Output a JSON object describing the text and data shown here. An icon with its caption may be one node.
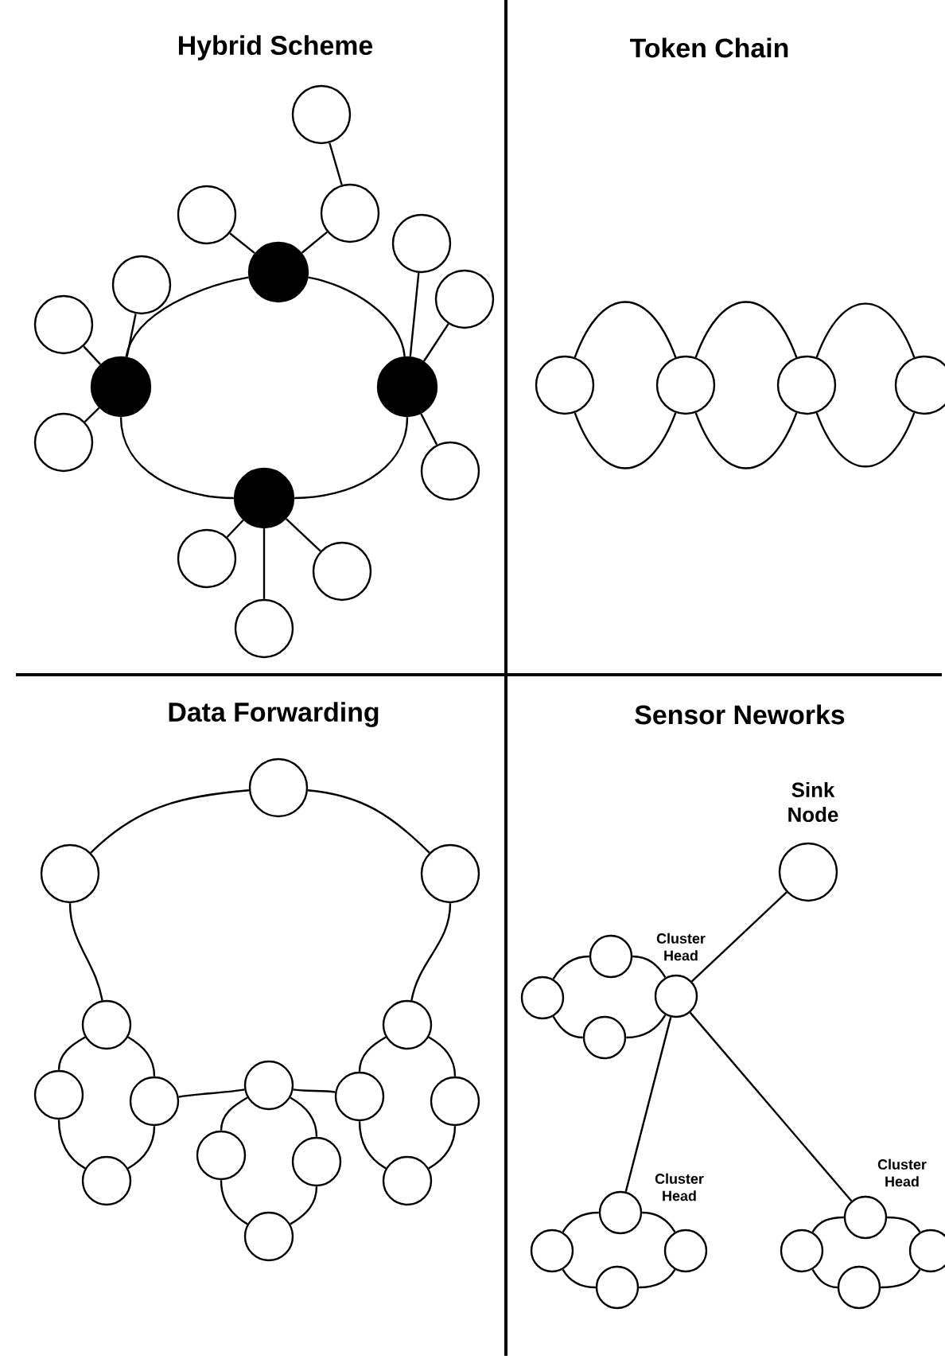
{
  "diagram": {
    "nodes": [
      {
        "text": [],
        "shape": "circle"
      },
      {
        "text": [],
        "shape": "circle"
      },
      {
        "text": [],
        "shape": "circle"
      },
      {
        "text": [],
        "shape": "circle"
      },
      {
        "text": [],
        "shape": "circle"
      },
      {
        "text": [],
        "shape": "circle"
      },
      {
        "text": [],
        "shape": "circle"
      },
      {
        "text": [],
        "shape": "circle"
      },
      {
        "text": [],
        "shape": "circle"
      },
      {
        "text": [],
        "shape": "circle"
      },
      {
        "text": [],
        "shape": "circle"
      },
      {
        "text": [],
        "shape": "circle"
      },
      {
        "text": [],
        "shape": "circle"
      },
      {
        "text": [],
        "shape": "circle"
      },
      {
        "text": [],
        "shape": "circle"
      },
      {
        "text": [],
        "shape": "circle"
      },
      {
        "text": [],
        "shape": "circle"
      },
      {
        "text": [],
        "shape": "circle"
      },
      {
        "text": [],
        "shape": "circle"
      },
      {
        "text": [],
        "shape": "circle"
      },
      {
        "text": [],
        "shape": "circle"
      },
      {
        "text": [],
        "shape": "circle"
      },
      {
        "text": [],
        "shape": "circle"
      },
      {
        "text": [],
        "shape": "circle"
      },
      {
        "text": [],
        "shape": "circle"
      },
      {
        "text": [],
        "shape": "circle"
      },
      {
        "text": [],
        "shape": "circle"
      },
      {
        "text": [],
        "shape": "circle"
      },
      {
        "text": [],
        "shape": "circle"
      },
      {
        "text": [],
        "shape": "circle"
      },
      {
        "text": [],
        "shape": "circle"
      },
      {
        "text": [],
        "shape": "circle"
      },
      {
        "text": [],
        "shape": "circle"
      },
      {
        "text": [],
        "shape": "circle"
      },
      {
        "text": [],
        "shape": "circle"
      },
      {
        "text": [],
        "shape": "circle",
        "beside": [
          "Sink Node"
        ]
      },
      {
        "text": [],
        "shape": "circle"
      },
      {
        "text": [],
        "shape": "circle"
      },
      {
        "text": [],
        "shape": "circle",
        "beside": [
          "Cluster Head"
        ]
      },
      {
        "text": [],
        "shape": "circle"
      },
      {
        "text": [],
        "shape": "circle",
        "beside": [
          "Cluster Head"
        ]
      },
      {
        "text": [],
        "shape": "circle"
      },
      {
        "text": [],
        "shape": "circle"
      },
      {
        "text": [],
        "shape": "circle"
      },
      {
        "text": [],
        "shape": "circle",
        "beside": [
          "Cluster Head"
        ]
      },
      {
        "text": [],
        "shape": "circle"
      },
      {
        "text": [],
        "shape": "circle"
      },
      {
        "text": [],
        "shape": "circle"
      }
    ],
    "edges": [
      {
        "from": 0,
        "to": 2,
        "arrow": "none"
      },
      {
        "from": 2,
        "to": 4,
        "arrow": "none"
      },
      {
        "from": 1,
        "to": 4,
        "arrow": "none"
      },
      {
        "from": 5,
        "to": 8,
        "arrow": "none"
      },
      {
        "from": 7,
        "to": 8,
        "arrow": "none"
      },
      {
        "from": 10,
        "to": 8,
        "arrow": "none"
      },
      {
        "from": 3,
        "to": 9,
        "arrow": "none"
      },
      {
        "from": 6,
        "to": 9,
        "arrow": "none"
      },
      {
        "from": 11,
        "to": 9,
        "arrow": "none"
      },
      {
        "from": 13,
        "to": 12,
        "arrow": "none"
      },
      {
        "from": 14,
        "to": 12,
        "arrow": "none"
      },
      {
        "from": 15,
        "to": 12,
        "arrow": "none"
      },
      {
        "from": 4,
        "to": 9,
        "arrow": "none"
      },
      {
        "from": 4,
        "to": 8,
        "arrow": "none"
      },
      {
        "from": 8,
        "to": 12,
        "arrow": "none"
      },
      {
        "from": 12,
        "to": 9,
        "arrow": "none"
      },
      {
        "from": 16,
        "to": 17,
        "arrow": "none"
      },
      {
        "from": 16,
        "to": 17,
        "arrow": "none"
      },
      {
        "from": 17,
        "to": 18,
        "arrow": "none"
      },
      {
        "from": 17,
        "to": 18,
        "arrow": "none"
      },
      {
        "from": 18,
        "to": 19,
        "arrow": "none"
      },
      {
        "from": 18,
        "to": 19,
        "arrow": "none"
      },
      {
        "from": 20,
        "to": 22,
        "arrow": "none"
      },
      {
        "from": 20,
        "to": 21,
        "arrow": "none"
      },
      {
        "from": 21,
        "to": 23,
        "arrow": "none"
      },
      {
        "from": 22,
        "to": 31,
        "arrow": "none"
      },
      {
        "from": 25,
        "to": 27,
        "arrow": "none"
      },
      {
        "from": 27,
        "to": 32,
        "arrow": "none"
      },
      {
        "from": 23,
        "to": 24,
        "arrow": "none"
      },
      {
        "from": 23,
        "to": 25,
        "arrow": "none"
      },
      {
        "from": 24,
        "to": 26,
        "arrow": "none"
      },
      {
        "from": 25,
        "to": 26,
        "arrow": "none"
      },
      {
        "from": 27,
        "to": 28,
        "arrow": "none"
      },
      {
        "from": 27,
        "to": 29,
        "arrow": "none"
      },
      {
        "from": 28,
        "to": 30,
        "arrow": "none"
      },
      {
        "from": 29,
        "to": 30,
        "arrow": "none"
      },
      {
        "from": 31,
        "to": 32,
        "arrow": "none"
      },
      {
        "from": 31,
        "to": 33,
        "arrow": "none"
      },
      {
        "from": 32,
        "to": 34,
        "arrow": "none"
      },
      {
        "from": 33,
        "to": 34,
        "arrow": "none"
      },
      {
        "from": 38,
        "to": 35,
        "arrow": "none"
      },
      {
        "from": 38,
        "to": 40,
        "arrow": "none"
      },
      {
        "from": 38,
        "to": 44,
        "arrow": "none"
      },
      {
        "from": 37,
        "to": 36,
        "arrow": "none"
      },
      {
        "from": 36,
        "to": 38,
        "arrow": "none"
      },
      {
        "from": 38,
        "to": 39,
        "arrow": "none"
      },
      {
        "from": 39,
        "to": 37,
        "arrow": "none"
      },
      {
        "from": 40,
        "to": 41,
        "arrow": "none"
      },
      {
        "from": 40,
        "to": 42,
        "arrow": "none"
      },
      {
        "from": 41,
        "to": 43,
        "arrow": "none"
      },
      {
        "from": 42,
        "to": 43,
        "arrow": "none"
      },
      {
        "from": 44,
        "to": 45,
        "arrow": "none"
      },
      {
        "from": 44,
        "to": 46,
        "arrow": "none"
      },
      {
        "from": 45,
        "to": 47,
        "arrow": "none"
      },
      {
        "from": 46,
        "to": 47,
        "arrow": "none"
      }
    ],
    "labels": [
      "Hybrid Scheme",
      "Token Chain",
      "Data Forwarding",
      "Sensor Neworks"
    ]
  }
}
